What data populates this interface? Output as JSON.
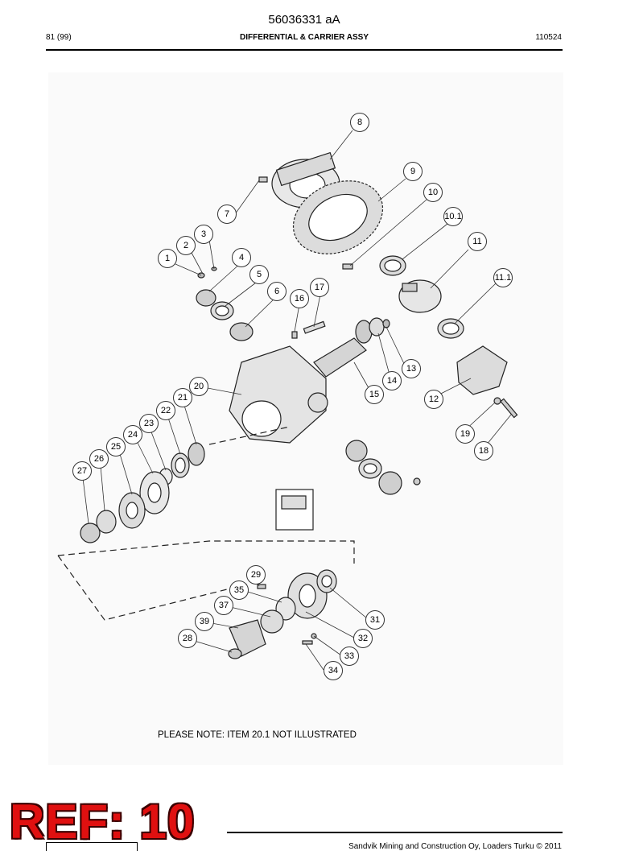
{
  "header": {
    "doc_number": "56036331 aA",
    "page": "81 (99)",
    "title": "DIFFERENTIAL & CARRIER ASSY",
    "code": "110524"
  },
  "callouts": [
    "1",
    "2",
    "3",
    "4",
    "5",
    "6",
    "7",
    "8",
    "9",
    "10",
    "10.1",
    "11",
    "11.1",
    "12",
    "13",
    "14",
    "15",
    "16",
    "17",
    "18",
    "19",
    "20",
    "21",
    "22",
    "23",
    "24",
    "25",
    "26",
    "27",
    "28",
    "29",
    "31",
    "32",
    "33",
    "34",
    "35",
    "37",
    "39"
  ],
  "note": "PLEASE NOTE: ITEM 20.1 NOT ILLUSTRATED",
  "ref_stamp": "REF: 10",
  "footer": {
    "copyright": "Sandvik Mining and Construction Oy, Loaders Turku © 2011"
  }
}
